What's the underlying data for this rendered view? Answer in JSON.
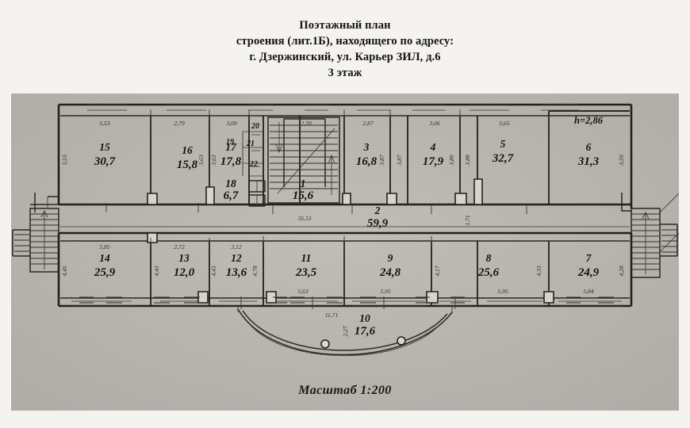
{
  "header": {
    "line1": "Поэтажный план",
    "line2": "строения (лит.1Б), находящего по адресу:",
    "line3": "г. Дзержинский, ул. Карьер ЗИЛ, д.6",
    "line4": "3 этаж"
  },
  "scale_caption": "Масштаб 1:200",
  "height_note": "h=2,86",
  "rooms": [
    {
      "id": "room-15",
      "number": "15",
      "area": "30,7"
    },
    {
      "id": "room-16",
      "number": "16",
      "area": "15,8"
    },
    {
      "id": "room-17",
      "number": "17",
      "area": "17,8"
    },
    {
      "id": "room-19",
      "number": "19",
      "area": ""
    },
    {
      "id": "room-20",
      "number": "20",
      "area": ""
    },
    {
      "id": "room-21",
      "number": "21",
      "area": ""
    },
    {
      "id": "room-22",
      "number": "22",
      "area": ""
    },
    {
      "id": "room-18",
      "number": "18",
      "area": "6,7"
    },
    {
      "id": "room-1",
      "number": "1",
      "area": "15,6"
    },
    {
      "id": "room-3",
      "number": "3",
      "area": "16,8"
    },
    {
      "id": "room-4",
      "number": "4",
      "area": "17,9"
    },
    {
      "id": "room-5",
      "number": "5",
      "area": "32,7"
    },
    {
      "id": "room-6",
      "number": "6",
      "area": "31,3"
    },
    {
      "id": "room-2",
      "number": "2",
      "area": "59,9"
    },
    {
      "id": "room-14",
      "number": "14",
      "area": "25,9"
    },
    {
      "id": "room-13",
      "number": "13",
      "area": "12,0"
    },
    {
      "id": "room-12",
      "number": "12",
      "area": "13,6"
    },
    {
      "id": "room-11",
      "number": "11",
      "area": "23,5"
    },
    {
      "id": "room-9",
      "number": "9",
      "area": "24,8"
    },
    {
      "id": "room-8",
      "number": "8",
      "area": "25,6"
    },
    {
      "id": "room-7",
      "number": "7",
      "area": "24,9"
    },
    {
      "id": "room-10",
      "number": "10",
      "area": "17,6"
    }
  ],
  "dimensions": {
    "top": [
      "5,53",
      "2,79",
      "3,09",
      "2,70",
      "2,87",
      "3,06",
      "5,65"
    ],
    "upper_vertical": [
      "3,53",
      "3,63",
      "3,63",
      "3,87",
      "3,87",
      "3,89",
      "3,88",
      "3,59"
    ],
    "corridor": [
      "35,53",
      "1,71"
    ],
    "lower_top": [
      "5,85",
      "2,72",
      "3,12"
    ],
    "lower_vertical": [
      "4,45",
      "4,43",
      "4,43",
      "4,78",
      "4,17",
      "4,33",
      "4,28"
    ],
    "lower_bottom": [
      "5,63",
      "5,95",
      "5,95",
      "5,84"
    ],
    "balcony": [
      "11,71",
      "2,27"
    ]
  }
}
